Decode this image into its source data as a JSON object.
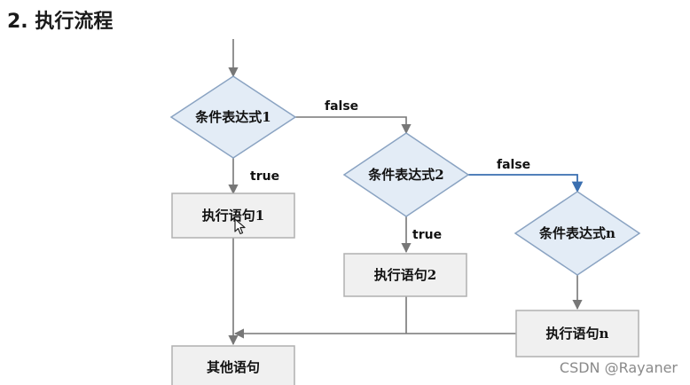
{
  "heading": "2. 执行流程",
  "nodes": {
    "cond1": "条件表达式1",
    "cond2": "条件表达式2",
    "condn": "条件表达式n",
    "stmt1": "执行语句1",
    "stmt2": "执行语句2",
    "stmtn": "执行语句n",
    "other": "其他语句"
  },
  "edges": {
    "cond1_false": "false",
    "cond1_true": "true",
    "cond2_false": "false",
    "cond2_true": "true"
  },
  "watermark": "CSDN @Rayaner",
  "colors": {
    "diamond_fill": "#e3ecf6",
    "diamond_stroke": "#8aa3c2",
    "box_fill": "#f0f0f0",
    "box_stroke": "#b0b0b0",
    "line": "#777777",
    "highlight_line": "#3a6fb0"
  }
}
